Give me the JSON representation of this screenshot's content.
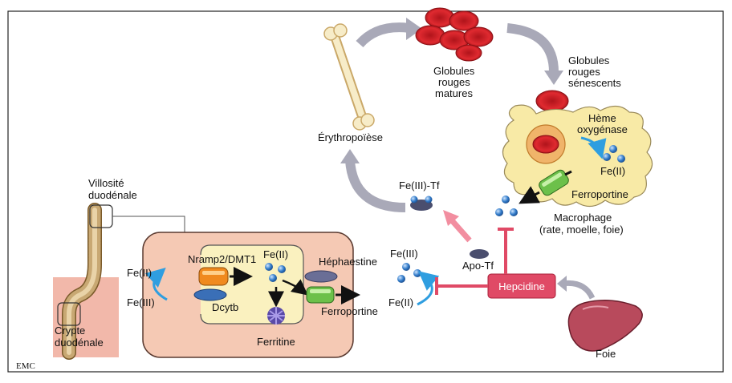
{
  "labels": {
    "villosite_1": "Villosité",
    "villosite_2": "duodénale",
    "crypte_1": "Crypte",
    "crypte_2": "duodénale",
    "fe_ii_lumen": "Fe(II)",
    "fe_iii_lumen": "Fe(III)",
    "nramp": "Nramp2/DMT1",
    "dcytb": "Dcytb",
    "fe_ii_cell": "Fe(II)",
    "hephaestine": "Héphaestine",
    "ferroportine_cell": "Ferroportine",
    "ferritine": "Ferritine",
    "fe_iii_blood": "Fe(III)",
    "fe_ii_blood": "Fe(II)",
    "apo_tf": "Apo-Tf",
    "fe_iii_tf": "Fe(III)-Tf",
    "hepcidine": "Hepcidine",
    "foie": "Foie",
    "erythropoiese": "Érythropoïèse",
    "globules_matures_1": "Globules",
    "globules_matures_2": "rouges",
    "globules_matures_3": "matures",
    "globules_senescents_1": "Globules",
    "globules_senescents_2": "rouges",
    "globules_senescents_3": "sénescents",
    "heme_1": "Hème",
    "heme_2": "oxygénase",
    "fe_ii_macro": "Fe(II)",
    "ferroportine_macro": "Ferroportine",
    "macrophage_1": "Macrophage",
    "macrophage_2": "(rate, moelle, foie)",
    "emc": "EMC"
  },
  "colors": {
    "cell_fill": "#f5c9b4",
    "villus": "#c8a873",
    "crypt_bg": "#f2b8aa",
    "iron_blue": "#2f79c8",
    "flow_gray": "#a9a9b8",
    "hepcidin": "#e04a66",
    "rbc": "#d8232a",
    "macrophage": "#f8eaa6",
    "liver": "#b84a5c",
    "nramp": "#f08a1e",
    "ferroportin": "#6cc04a",
    "dcytb": "#3a6fb7",
    "hephaestin": "#6a6e96"
  }
}
